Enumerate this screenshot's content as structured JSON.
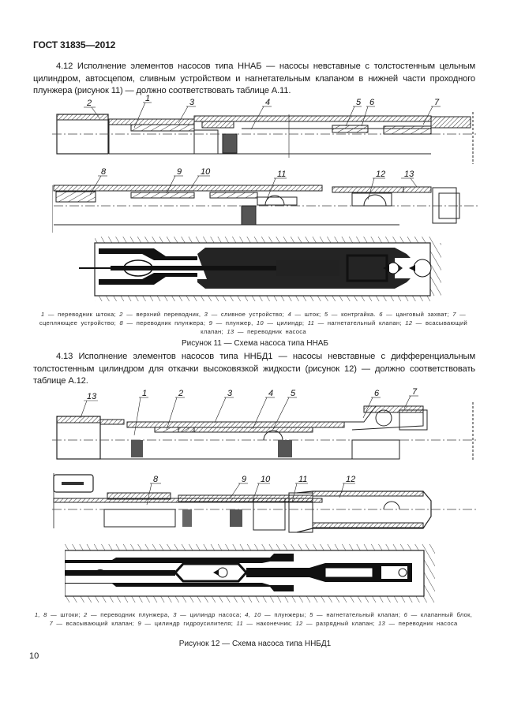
{
  "header": {
    "standard": "ГОСТ 31835—2012"
  },
  "section_4_12": {
    "text": "4.12 Исполнение элементов насосов типа ННАБ — насосы невставные с толстостенным цельным цилиндром, автосцепом, сливным устройством и нагнетательным клапаном в нижней части проходного плунжера (рисунок 11) — должно соответствовать таблице А.11."
  },
  "figure_11": {
    "part_labels_row1": [
      "2",
      "1",
      "3",
      "4",
      "5",
      "6",
      "7"
    ],
    "part_labels_row2": [
      "8",
      "9",
      "10",
      "11",
      "12",
      "13"
    ],
    "legend": [
      {
        "num": "1",
        "text": "переводник штока;"
      },
      {
        "num": "2",
        "text": "верхний переводник,"
      },
      {
        "num": "3",
        "text": "сливное устройство;"
      },
      {
        "num": "4",
        "text": "шток;"
      },
      {
        "num": "5",
        "text": "контргайка."
      },
      {
        "num": "6",
        "text": "цанговый захват;"
      },
      {
        "num": "7",
        "text": "сцепляющее устройство;"
      },
      {
        "num": "8",
        "text": "переводник плунжера;"
      },
      {
        "num": "9",
        "text": "плунжер,"
      },
      {
        "num": "10",
        "text": "цилиндр;"
      },
      {
        "num": "11",
        "text": "нагнетательный клапан;"
      },
      {
        "num": "12",
        "text": "всасывающий клапан;"
      },
      {
        "num": "13",
        "text": "переводник насоса"
      }
    ],
    "caption": "Рисунок 11 — Схема насоса типа ННАБ"
  },
  "section_4_13": {
    "text": "4.13 Исполнение элементов насосов типа ННБД1 — насосы невставные с дифференциальным толстостенным цилиндром для откачки высоковязкой жидкости (рисунок 12) — должно соответствовать таблице А.12."
  },
  "figure_12": {
    "part_labels_row1": [
      "13",
      "1",
      "2",
      "3",
      "4",
      "5",
      "6",
      "7"
    ],
    "part_labels_row2": [
      "8",
      "9",
      "10",
      "11",
      "12"
    ],
    "legend": [
      {
        "num": "1, 8",
        "text": "штоки;"
      },
      {
        "num": "2",
        "text": "переводник плунжера,"
      },
      {
        "num": "3",
        "text": "цилиндр насоса;"
      },
      {
        "num": "4, 10",
        "text": "плунжеры;"
      },
      {
        "num": "5",
        "text": "нагнетательный клапан;"
      },
      {
        "num": "6",
        "text": "клапанный блок,"
      },
      {
        "num": "7",
        "text": "всасывающий клапан;"
      },
      {
        "num": "9",
        "text": "цилиндр гидроусилителя;"
      },
      {
        "num": "11",
        "text": "наконечник;"
      },
      {
        "num": "12",
        "text": "разрядный клапан;"
      },
      {
        "num": "13",
        "text": "переводник насоса"
      }
    ],
    "caption": "Рисунок 12 — Схема насоса типа ННБД1"
  },
  "page": {
    "number": "10"
  }
}
